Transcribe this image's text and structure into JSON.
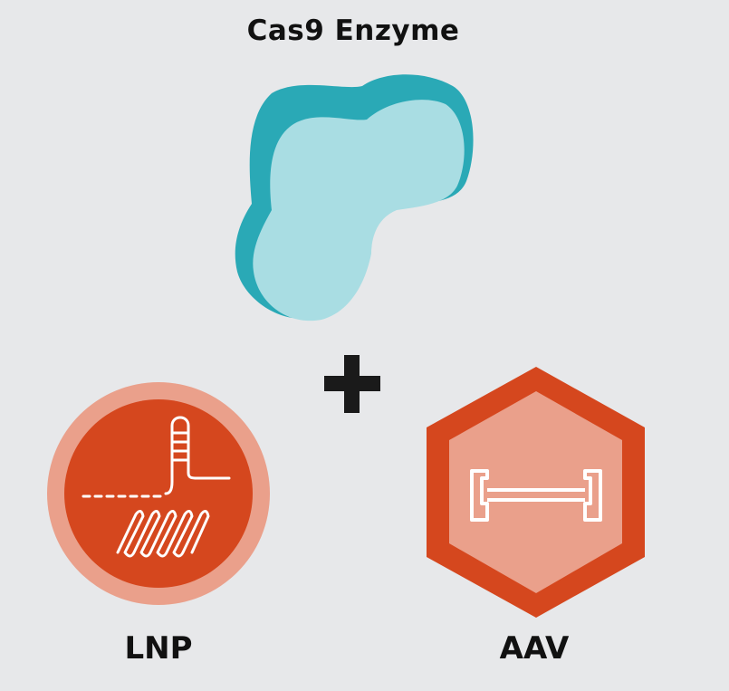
{
  "title": "Cas9 Enzyme",
  "plus": "+",
  "lnp": {
    "label": "LNP"
  },
  "aav": {
    "label": "AAV"
  },
  "colors": {
    "background": "#e7e8ea",
    "enzyme_dark": "#2aa9b6",
    "enzyme_light": "#a9dde3",
    "lnp_outer": "#eaa08b",
    "lnp_inner": "#d5471e",
    "aav_outer": "#d5471e",
    "aav_inner": "#eaa08b",
    "glyph": "#ffffff"
  }
}
